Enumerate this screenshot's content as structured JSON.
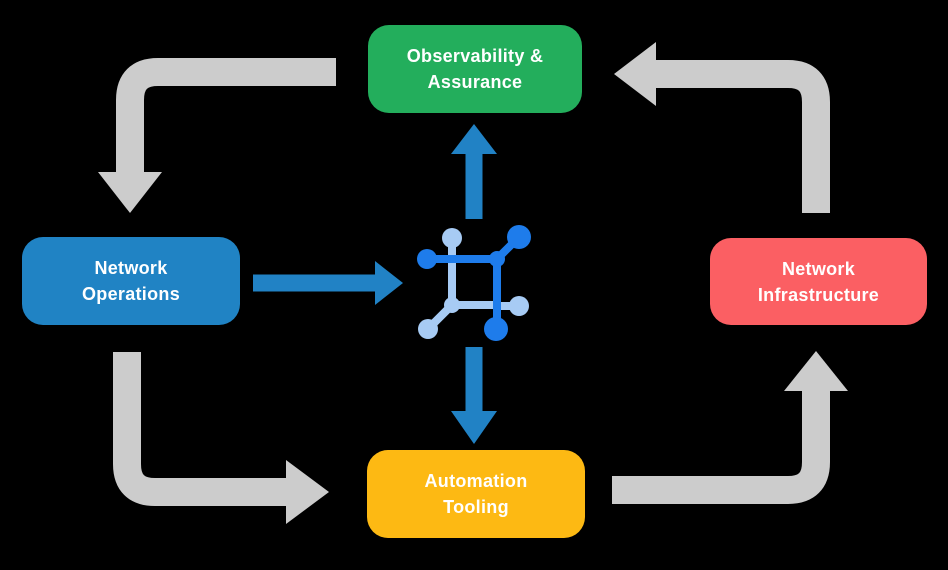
{
  "background": "#000000",
  "colors": {
    "observability_green": "#23AE5C",
    "operations_blue": "#2083C4",
    "infrastructure_red": "#FB5F63",
    "automation_yellow": "#FDB913",
    "arrow_gray": "#CCCCCC",
    "arrow_blue": "#2182C5",
    "icon_dark_blue": "#1E7CEB",
    "icon_light_blue": "#A7CBF4",
    "label_text": "#FFFFFF"
  },
  "nodes": {
    "observability": {
      "line1": "Observability &",
      "line2": "Assurance"
    },
    "operations": {
      "line1": "Network",
      "line2": "Operations"
    },
    "infrastructure": {
      "line1": "Network",
      "line2": "Infrastructure"
    },
    "automation": {
      "line1": "Automation",
      "line2": "Tooling"
    }
  },
  "icon": {
    "name": "network-mesh-icon"
  },
  "flows": {
    "observability_to_operations": "gray curved arrow, down-left",
    "infrastructure_to_observability": "gray curved arrow, up-left",
    "operations_to_automation": "gray curved arrow, down-right",
    "automation_to_infrastructure": "gray curved arrow, right-up",
    "operations_to_center": "blue arrow right",
    "center_to_observability": "blue arrow up",
    "center_to_automation": "blue arrow down"
  }
}
